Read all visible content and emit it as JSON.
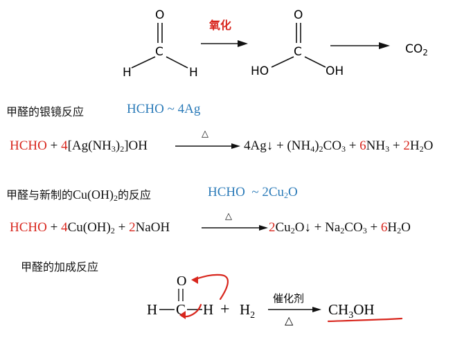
{
  "scheme": {
    "reagent_label": "氧化",
    "product_co2": "CO",
    "product_co2_sub": "2",
    "atom_o": "O",
    "atom_c": "C",
    "atom_h": "H",
    "atom_ho": "HO",
    "atom_oh": "OH"
  },
  "silver": {
    "heading": "甲醛的银镜反应",
    "relation": "HCHO ~ 4Ag",
    "condition": "△"
  },
  "copper": {
    "heading": "甲醛与新制的",
    "heading_formula": "Cu(OH)",
    "heading_sub": "2",
    "heading_tail": "的反应",
    "relation_a": "HCHO",
    "relation_b": "~ 2Cu",
    "relation_sub": "2",
    "relation_c": "O",
    "condition": "△"
  },
  "addition": {
    "heading": "甲醛的加成反应",
    "o": "O",
    "h_left": "H",
    "c": "C",
    "h_right": "H",
    "plus": "+",
    "h2": "H",
    "h2_sub": "2",
    "catalyst": "催化剂",
    "condition": "△",
    "product_a": "CH",
    "product_sub": "3",
    "product_b": "OH"
  },
  "annotation_color": "#d8261d",
  "relation_color": "#2a7ab8"
}
